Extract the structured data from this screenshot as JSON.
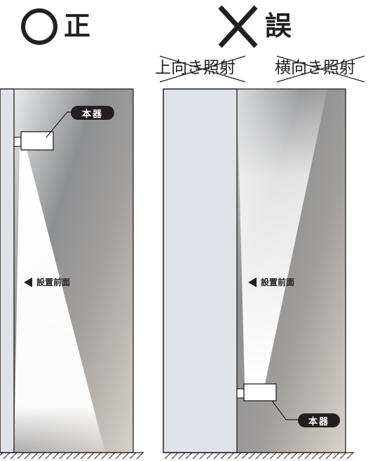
{
  "correct": {
    "mark_label": "正",
    "device_label": "本器",
    "surface_label": "設置前面"
  },
  "wrong": {
    "mark_label": "誤",
    "struck_labels": [
      "上向き照射",
      "横向き照射"
    ],
    "device_label": "本器",
    "surface_label": "設置前面"
  },
  "colors": {
    "ink": "#231f20",
    "wall": "#dfe2e7",
    "light": "#ffffff"
  },
  "icons": [
    "circle-mark-icon",
    "cross-mark-icon",
    "arrow-left-icon"
  ]
}
